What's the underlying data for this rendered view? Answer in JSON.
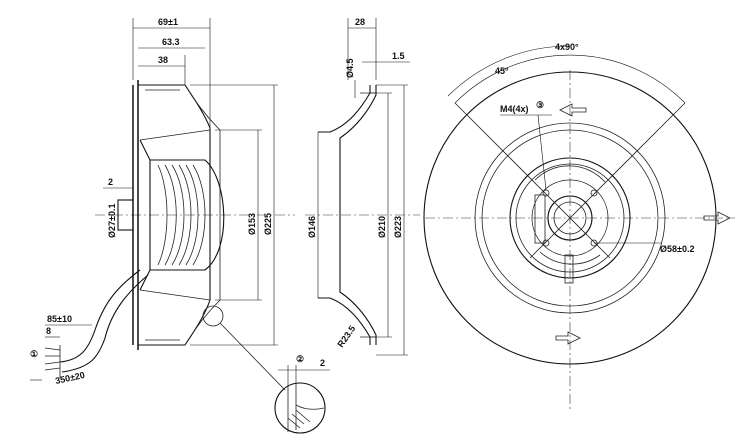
{
  "side_view": {
    "dims": {
      "width_overall": "69±1",
      "width_inner": "63.3",
      "width_hub": "38",
      "offset_left": "2",
      "dia_shaft": "Ø27±0.1",
      "dia_outlet": "Ø153",
      "dia_wheel": "Ø225"
    },
    "cable": {
      "strip_length": "85±10",
      "strip_short": "8",
      "length": "350±20",
      "marker": "①"
    }
  },
  "section_view": {
    "dims": {
      "depth": "28",
      "dia_pin": "Ø4.5",
      "flange": "1.5",
      "dia_inlet": "Ø146",
      "dia_mid": "Ø210",
      "dia_outer": "Ø223",
      "radius": "R23.5"
    },
    "detail": {
      "marker": "②",
      "thickness": "2"
    }
  },
  "front_view": {
    "dims": {
      "pattern": "4x90°",
      "angle": "45°",
      "thread": "M4(4x)",
      "marker": "③",
      "dia_bolt": "Ø58±0.2"
    }
  }
}
